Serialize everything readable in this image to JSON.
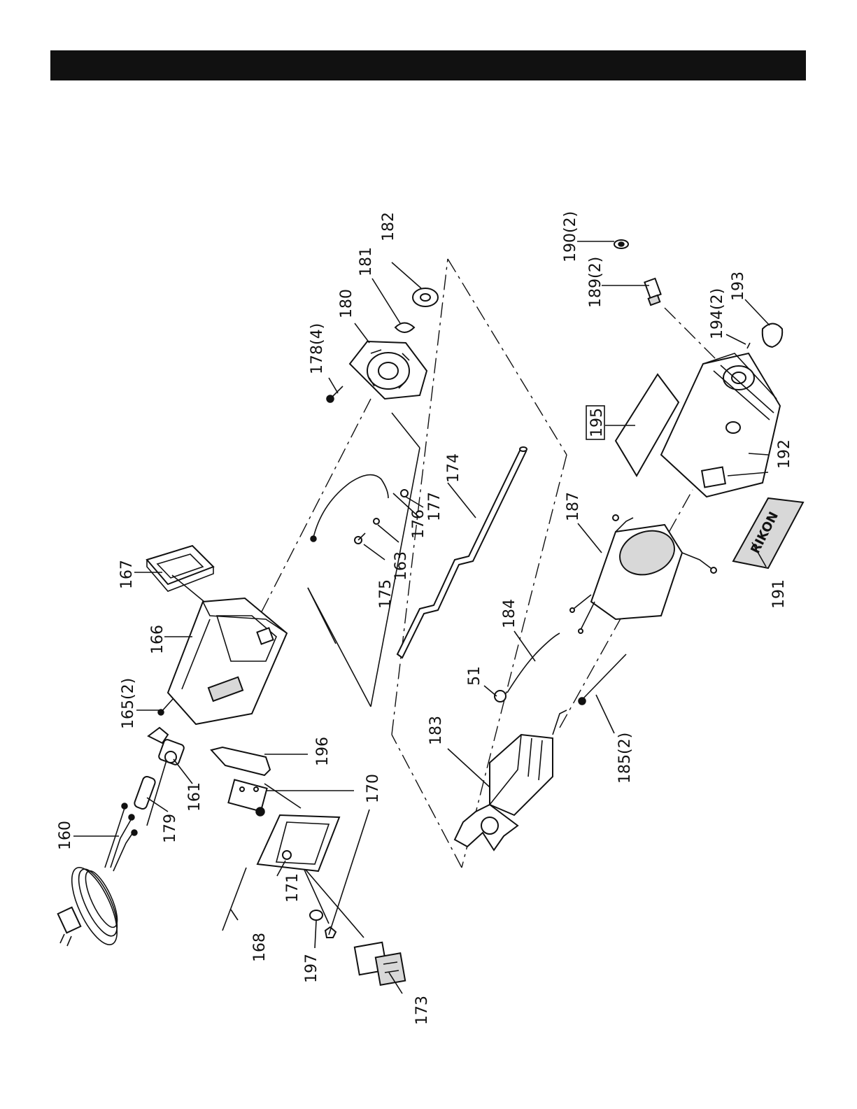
{
  "header": {
    "title": ""
  },
  "brand": {
    "logo_text": "RIKON"
  },
  "parts": [
    {
      "id": "p160",
      "label": "160"
    },
    {
      "id": "p179",
      "label": "179"
    },
    {
      "id": "p161",
      "label": "161"
    },
    {
      "id": "p165",
      "label": "165(2)"
    },
    {
      "id": "p166",
      "label": "166"
    },
    {
      "id": "p167",
      "label": "167"
    },
    {
      "id": "p175",
      "label": "175"
    },
    {
      "id": "p163",
      "label": "163"
    },
    {
      "id": "p176",
      "label": "176"
    },
    {
      "id": "p177",
      "label": "177"
    },
    {
      "id": "p174",
      "label": "174"
    },
    {
      "id": "p178",
      "label": "178(4)"
    },
    {
      "id": "p180",
      "label": "180"
    },
    {
      "id": "p181",
      "label": "181"
    },
    {
      "id": "p182",
      "label": "182"
    },
    {
      "id": "p196",
      "label": "196"
    },
    {
      "id": "p170a",
      "label": "170"
    },
    {
      "id": "p170b",
      "label": "170"
    },
    {
      "id": "p171",
      "label": "171"
    },
    {
      "id": "p168",
      "label": "168"
    },
    {
      "id": "p197",
      "label": "197"
    },
    {
      "id": "p173",
      "label": "173"
    },
    {
      "id": "p183",
      "label": "183"
    },
    {
      "id": "p51",
      "label": "51"
    },
    {
      "id": "p184",
      "label": "184"
    },
    {
      "id": "p185",
      "label": "185(2)"
    },
    {
      "id": "p187",
      "label": "187"
    },
    {
      "id": "p191",
      "label": "191"
    },
    {
      "id": "p192",
      "label": "192"
    },
    {
      "id": "p195",
      "label": "195"
    },
    {
      "id": "p194",
      "label": "194(2)"
    },
    {
      "id": "p193",
      "label": "193"
    },
    {
      "id": "p189",
      "label": "189(2)"
    },
    {
      "id": "p190",
      "label": "190(2)"
    }
  ]
}
